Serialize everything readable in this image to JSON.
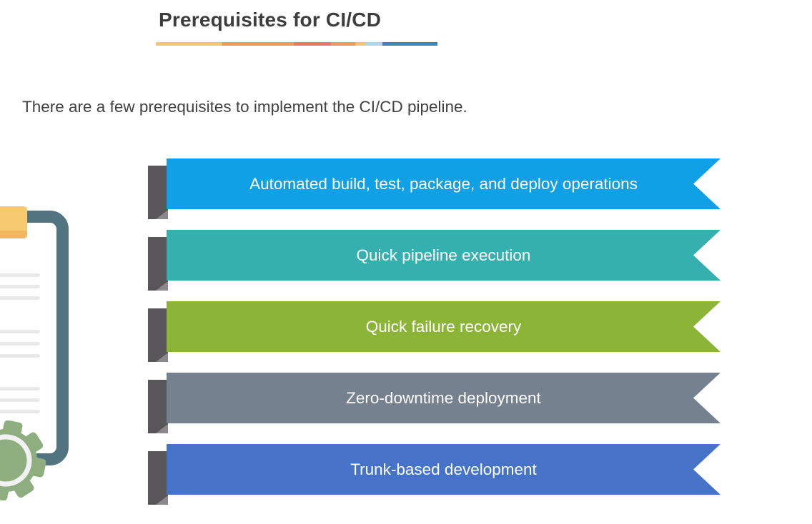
{
  "page": {
    "background": "#ffffff"
  },
  "header": {
    "title": "Prerequisites for CI/CD",
    "underline_segments": [
      {
        "color": "#f6c472",
        "width_pct": 23.5
      },
      {
        "color": "#f09a56",
        "width_pct": 25.5
      },
      {
        "color": "#e97a5f",
        "width_pct": 13.0
      },
      {
        "color": "#f09a56",
        "width_pct": 9.0
      },
      {
        "color": "#f6c472",
        "width_pct": 3.5
      },
      {
        "color": "#a8d8ef",
        "width_pct": 6.0
      },
      {
        "color": "#3a87c0",
        "width_pct": 19.5
      }
    ],
    "title_color": "#3d3d3d"
  },
  "intro": {
    "text": "There are a few prerequisites to implement the CI/CD pipeline.",
    "text_color": "#424242"
  },
  "prerequisites": {
    "items": [
      {
        "label": "Automated build, test, package, and deploy operations",
        "color": "#0fa0e6"
      },
      {
        "label": "Quick pipeline execution",
        "color": "#36b0ae"
      },
      {
        "label": "Quick failure recovery",
        "color": "#8cb437"
      },
      {
        "label": "Zero-downtime deployment",
        "color": "#75818e"
      },
      {
        "label": "Trunk-based development",
        "color": "#4673c8"
      }
    ],
    "tab_color": "#595659",
    "fold_color": "#8a888b",
    "text_color": "#ffffff"
  },
  "illustration": {
    "name": "clipboard-with-gear",
    "frame_color": "#527380",
    "clip_color": "#f7ca71",
    "clip_shadow_color": "#f0b95e",
    "paper_line_color": "#e9e9e9",
    "gear_color": "#8fae80",
    "gear_ring_color": "#f1f1f1"
  }
}
